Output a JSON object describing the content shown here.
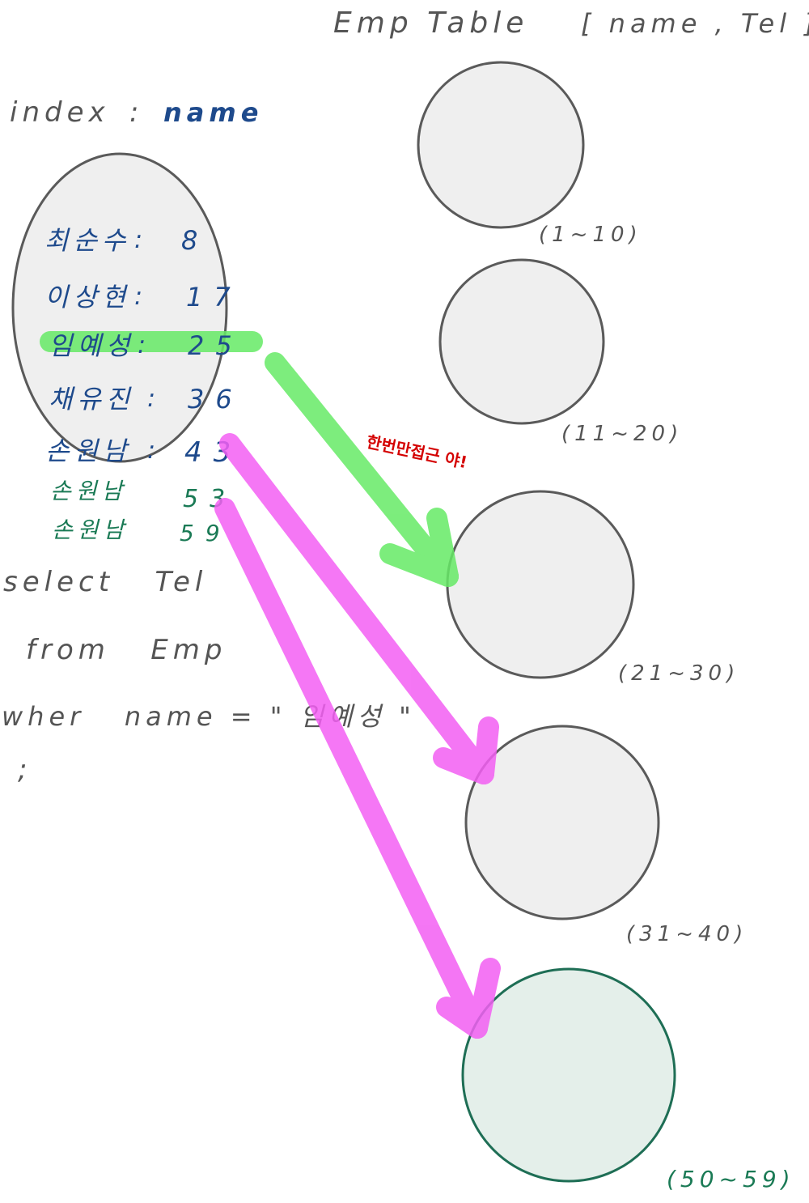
{
  "colors": {
    "ink_gray": "#555555",
    "ink_blue": "#1e4a8c",
    "ink_green": "#1a7a55",
    "ink_red": "#d40000",
    "highlight_green": "#66ea66",
    "highlight_pink": "#f35ff3",
    "block_fill": "#efefef",
    "block_stroke": "#5a5a5a",
    "target_fill": "#e4efea",
    "target_stroke": "#1e6e55"
  },
  "header": {
    "emp_table": "Emp Table",
    "columns": "[ name ,  Tel ]"
  },
  "index": {
    "label": "index",
    "colon": ":",
    "key": "name",
    "entries": [
      {
        "name": "최순수",
        "sep": ":",
        "rowid": "8"
      },
      {
        "name": "이상현",
        "sep": ":",
        "rowid": "17"
      },
      {
        "name": "임예성",
        "sep": ":",
        "rowid": "25"
      },
      {
        "name": "채유진",
        "sep": ":",
        "rowid": "36"
      },
      {
        "name": "손원남",
        "sep": ":",
        "rowid": "43"
      },
      {
        "name": "손원남",
        "sep": "",
        "rowid": "53"
      },
      {
        "name": "손원남",
        "sep": "",
        "rowid": "59"
      }
    ]
  },
  "query": {
    "line1": "select   Tel",
    "line2": "from   Emp",
    "line3": "wher   name = \" 임예성 \"",
    "line4": ";"
  },
  "annotation": "한번만접근 야!",
  "blocks": [
    {
      "range": "(1~10)"
    },
    {
      "range": "(11~20)"
    },
    {
      "range": "(21~30)"
    },
    {
      "range": "(31~40)"
    },
    {
      "range": "(50~59)"
    }
  ]
}
